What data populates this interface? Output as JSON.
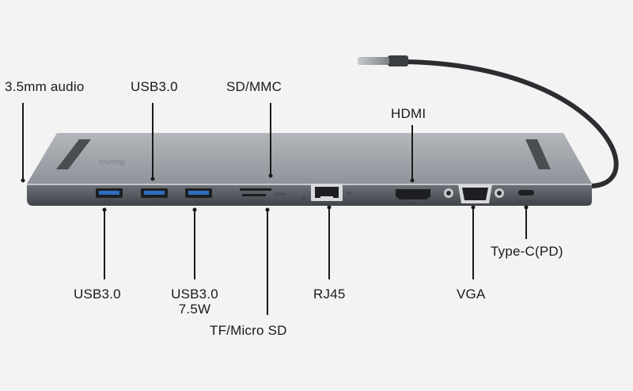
{
  "brand": "Baseus",
  "callouts": {
    "audio": "3.5mm audio",
    "usb_top": "USB3.0",
    "sdmmc": "SD/MMC",
    "hdmi": "HDMI",
    "usb_bottom": "USB3.0",
    "usb_power_line1": "USB3.0",
    "usb_power_line2": "7.5W",
    "tf": "TF/Micro SD",
    "rj45": "RJ45",
    "vga": "VGA",
    "typec": "Type-C(PD)"
  },
  "port_markings": {
    "usb1": "USB 3",
    "usb2": "USB 2",
    "usb3": "USB 1",
    "sd": "SD/MMC",
    "tf": "TF/Micro SD",
    "rj45": "RJ45",
    "hdmi": "HDMI",
    "vga": "VGA",
    "typec": "USB C ( PD )"
  },
  "colors": {
    "background": "#f3f3f3",
    "body_top": "#9ea3a9",
    "body_front": "#5c6168",
    "port_black": "#1d1f22",
    "leader_line": "#1a1a1a"
  }
}
